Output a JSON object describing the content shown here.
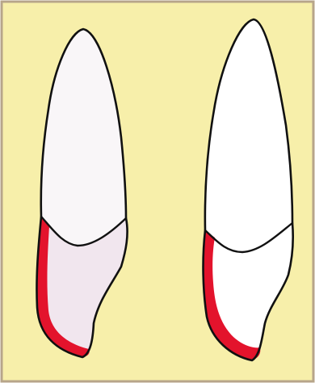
{
  "figure": {
    "background_color": "#f7efaa",
    "border_color": "#b7a58a",
    "outline_color": "#111111",
    "stain_color": "#e3132c",
    "teeth": [
      {
        "id": "left",
        "crown_fill": "#f9f6f8",
        "root_fill": "#f1e6ee",
        "highlight": "labial-edge"
      },
      {
        "id": "right",
        "crown_fill": "#ffffff",
        "root_fill": "#ffffff",
        "highlight": "labial-edge-and-tip"
      }
    ]
  }
}
